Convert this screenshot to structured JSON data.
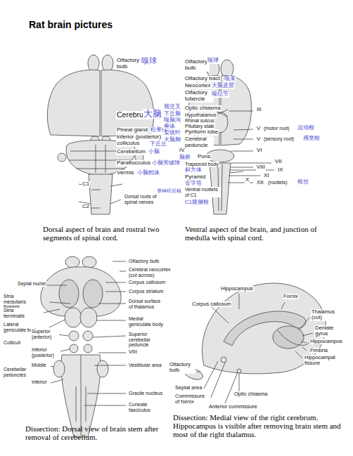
{
  "diagram": {
    "title": "Rat brain pictures",
    "labels": [
      "Olfactory bulb",
      "嗅球",
      "Cerebrum",
      "大脑",
      "Pineal gland",
      "松果体",
      "inferior (posterior) colliculus",
      "下丘丘",
      "Cerebellum",
      "小脑",
      "Paraflocculus",
      "小脑旁绒球",
      "Vermis",
      "小脑蚓体",
      "C1",
      "C2",
      "Dorsal roots of spinal nerves",
      "脊神经后根",
      "Dorsal aspect of brain and rostral two segments of spinal cord.",
      "Olfactory bulb",
      "嗅球",
      "Olfactory tract",
      "嗅束",
      "Neocortex",
      "大脑皮层",
      "Olfactory tubercle",
      "嗅结节",
      "Optic chiasma",
      "Hypothalamus",
      "Rhinal sulcus",
      "Pituitary stalk",
      "Pyriform lobe",
      "Cerebral peduncle",
      "IV",
      "脑桥",
      "Pons",
      "Trapezoid body",
      "斜方体",
      "Pyramid",
      "金字塔",
      "Ventral rootlets of C1",
      "C1腹侧根",
      "视交叉",
      "下丘脑",
      "嗅脑沟",
      "垂体",
      "梨状叶",
      "大脑脚",
      "III",
      "V",
      "(motor root)",
      "运动根",
      "V",
      "(sensory root)",
      "感觉根",
      "VI",
      "VII",
      "VIII",
      "IX",
      "X",
      "XI",
      "XII",
      "(rootlets)",
      "根丝",
      "Ventral aspect of the brain, and junction of medulla with spinal cord.",
      "Septal nuclei",
      "Stria medullaris thalami",
      "Stria terminalis",
      "Lateral geniculate body",
      "Colliculi",
      "Superior (anterior)",
      "Inferior (posterior)",
      "Cerebellar peduncles",
      "Middle",
      "Inferior",
      "Olfactory bulb",
      "Cerebral neocortex (cut across)",
      "Corpus callosum",
      "Corpus striatum",
      "Dorsal surface of thalamus",
      "Medial geniculate body",
      "Superior cerebellar peduncle",
      "VIII",
      "Vestibular area",
      "Gracile nucleus",
      "Cuneate fasciculus",
      "Dissection: Dorsal view of brain stem after removal of cerebellum.",
      "Hippocampus",
      "Fornix",
      "Corpus callosum",
      "Thalamus (cut)",
      "Dentate gyrus",
      "Hippocampus",
      "Fimbria",
      "Hippocampal fissure",
      "Olfactory bulb",
      "Septal area",
      "Commissure of fornix",
      "Optic chiasma",
      "Anterior commissure",
      "Dissection: Medial view of the right cerebrum. Hippocampus is visible after removing brain stem and most of the right thalamus."
    ]
  }
}
